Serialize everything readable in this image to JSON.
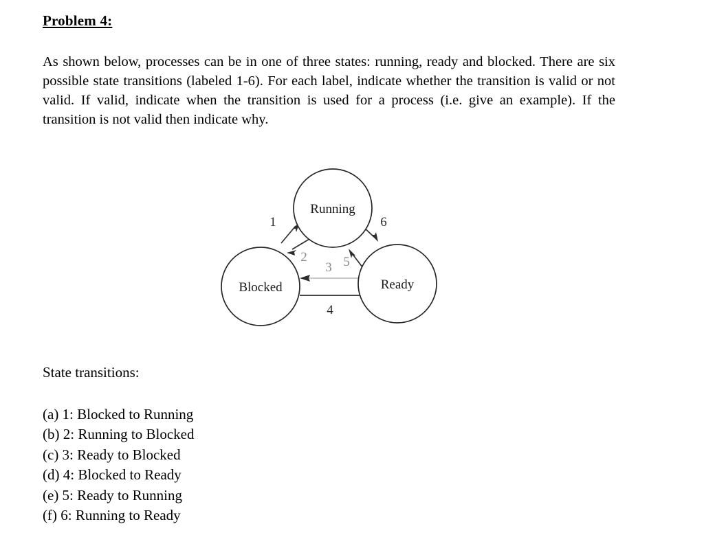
{
  "document": {
    "title": "Problem 4:",
    "intro_paragraph": "As shown below, processes can be in one of three states: running, ready and blocked. There are six possible state transitions (labeled 1-6). For each label, indicate whether the transition is valid or not valid. If valid, indicate when the transition is used for a process (i.e. give an example). If the transition is not valid then indicate why.",
    "state_transitions_heading": "State transitions:"
  },
  "diagram": {
    "states": [
      {
        "id": "running",
        "label": "Running"
      },
      {
        "id": "blocked",
        "label": "Blocked"
      },
      {
        "id": "ready",
        "label": "Ready"
      }
    ],
    "edges": [
      {
        "id": "edge-1",
        "label": "1",
        "from": "blocked",
        "to": "running"
      },
      {
        "id": "edge-2",
        "label": "2",
        "from": "running",
        "to": "blocked"
      },
      {
        "id": "edge-3",
        "label": "3",
        "from": "ready",
        "to": "blocked"
      },
      {
        "id": "edge-4",
        "label": "4",
        "from": "blocked",
        "to": "ready"
      },
      {
        "id": "edge-5",
        "label": "5",
        "from": "ready",
        "to": "running"
      },
      {
        "id": "edge-6",
        "label": "6",
        "from": "running",
        "to": "ready"
      }
    ],
    "colors": {
      "circle_stroke": "#262626",
      "edge_stroke": "#2d2d2d",
      "edge_stroke_faint": "#c9c9c9",
      "label": "#1b1b1b",
      "label_faint": "#8a8a8a",
      "background": "#ffffff"
    }
  },
  "transitions": [
    {
      "key": "(a)",
      "text": "1: Blocked to Running"
    },
    {
      "key": "(b)",
      "text": "2: Running to Blocked"
    },
    {
      "key": "(c)",
      "text": "3: Ready to Blocked"
    },
    {
      "key": "(d)",
      "text": "4: Blocked to Ready"
    },
    {
      "key": "(e)",
      "text": "5: Ready to Running"
    },
    {
      "key": "(f)",
      "text": "6: Running to Ready"
    }
  ],
  "transitions_lines": [
    "(a) 1: Blocked to Running",
    "(b) 2: Running to Blocked",
    "(c) 3: Ready to Blocked",
    "(d) 4: Blocked to Ready",
    "(e) 5: Ready to Running",
    "(f) 6: Running to Ready"
  ]
}
